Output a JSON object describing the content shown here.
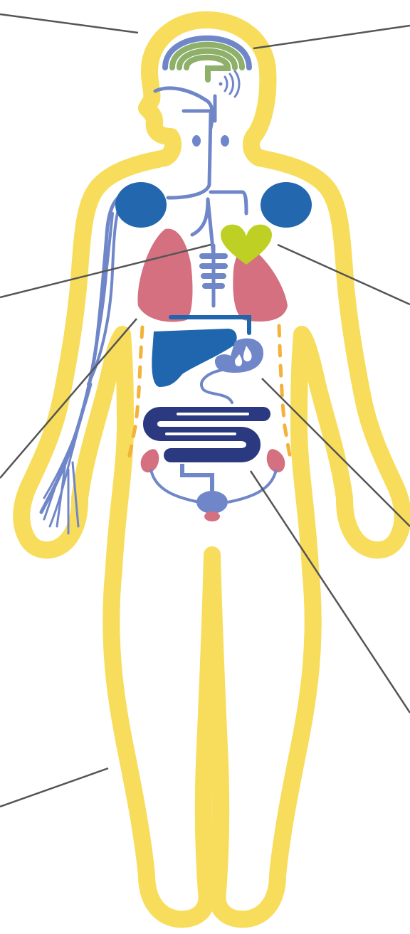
{
  "figure": {
    "labels": [],
    "leader_line_count": 8,
    "colors": {
      "outer_outline": "#f8dd5c",
      "skin_outline": "#d47080",
      "nervous_system": "#6f86c8",
      "brain_inner": "#8fb06a",
      "heart": "#bfd025",
      "lungs": "#d47080",
      "glands": "#2368ae",
      "liver": "#1f66ae",
      "intestine": "#2b3a80",
      "stomach": "#6f86c8",
      "ear": "#6f86c8",
      "fat_dashes": "#f3b23a",
      "kidneys": "#d47080",
      "leader_lines": "#555555",
      "background": "#ffffff"
    },
    "structures": [
      "outer-yellow-outline",
      "skin",
      "brain",
      "ear",
      "throat-glands",
      "spinal-cord",
      "arm-nerves",
      "breasts",
      "heart",
      "lungs",
      "ribcage",
      "liver",
      "stomach",
      "intestines",
      "kidneys",
      "bladder",
      "fat-layer"
    ]
  }
}
